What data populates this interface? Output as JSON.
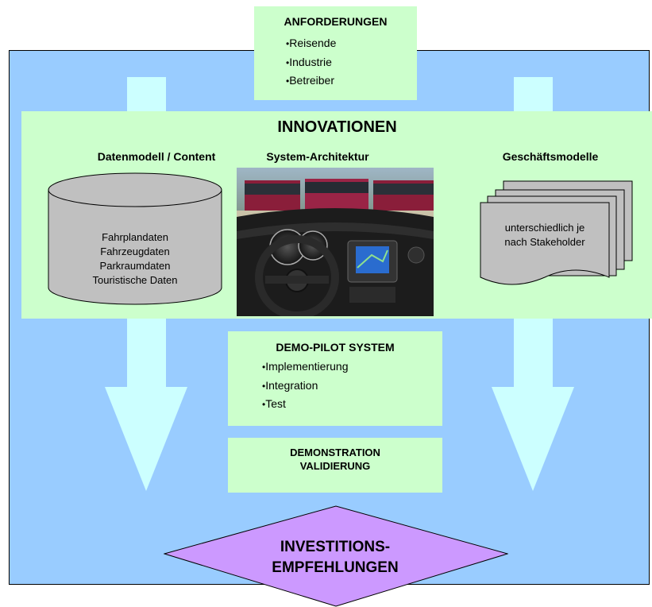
{
  "anforderungen": {
    "title": "ANFORDERUNGEN",
    "items": [
      "Reisende",
      "Industrie",
      "Betreiber"
    ]
  },
  "innovationen": {
    "title": "INNOVATIONEN",
    "columns": [
      {
        "title": "Datenmodell / Content",
        "lines": [
          "Fahrplandaten",
          "Fahrzeugdaten",
          "Parkraumdaten",
          "Touristische Daten"
        ]
      },
      {
        "title": "System-Architektur"
      },
      {
        "title": "Geschäftsmodelle",
        "lines": [
          "unterschiedlich je",
          "nach Stakeholder"
        ]
      }
    ]
  },
  "demo_pilot": {
    "title": "DEMO-PILOT SYSTEM",
    "items": [
      "Implementierung",
      "Integration",
      "Test"
    ]
  },
  "demonstration": {
    "lines": [
      "DEMONSTRATION",
      "VALIDIERUNG"
    ]
  },
  "investitions": {
    "lines": [
      "INVESTITIONS-",
      "EMPFEHLUNGEN"
    ]
  },
  "colors": {
    "outer_bg": "#99ccff",
    "box_green": "#ccffcc",
    "arrow": "#ccffff",
    "diamond": "#cc99ff",
    "shape_gray": "#c0c0c0"
  },
  "icons": {
    "photo": "car-dashboard-photo",
    "database": "database-cylinder-icon",
    "documents": "stacked-documents-icon"
  }
}
